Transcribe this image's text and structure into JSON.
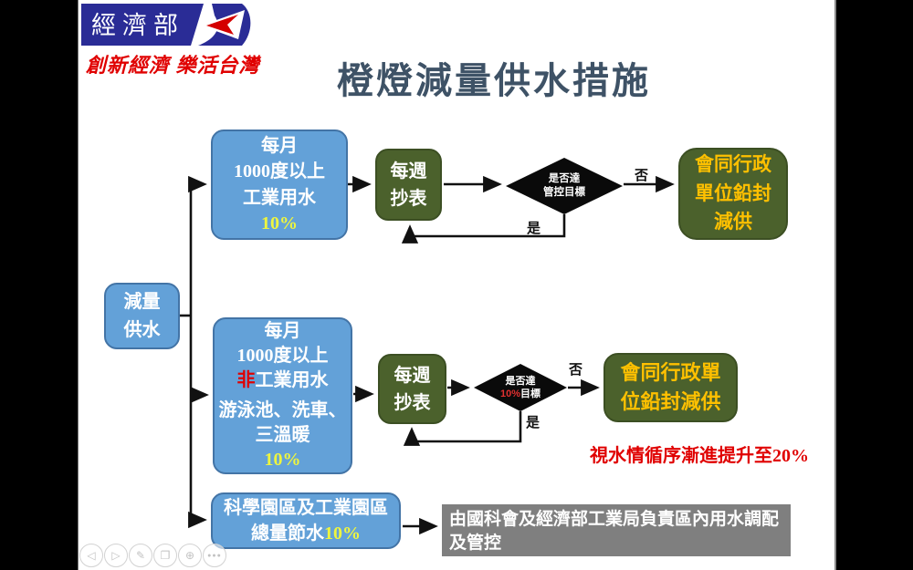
{
  "colors": {
    "accent_blue": "#63a1d8",
    "accent_green": "#4b612c",
    "gold": "#ffc000",
    "yellow": "#eef53f",
    "alert_red": "#e00000",
    "title": "#3e5266",
    "logo_navy": "#2a2c96",
    "gray_box": "#7f7f7f"
  },
  "logo": {
    "agency": "經濟部",
    "slogan": "創新經濟 樂活台灣"
  },
  "slide": {
    "title": "橙燈減量供水措施"
  },
  "flowchart": {
    "root": {
      "lines": [
        "減量",
        "供水"
      ]
    },
    "industrial": {
      "source": {
        "lines": [
          "每月",
          "1000度以上",
          "工業用水"
        ],
        "pct": "10%"
      },
      "meter": {
        "lines": [
          "每週",
          "抄表"
        ]
      },
      "decision": {
        "lines": [
          "是否達",
          "管控目標"
        ]
      },
      "no_label": "否",
      "yes_label": "是",
      "action": {
        "lines": [
          "會同行政",
          "單位鉛封",
          "減供"
        ]
      }
    },
    "nonindustrial": {
      "source": {
        "line1": "每月",
        "line2": "1000度以上",
        "line3_red": "非",
        "line3_rest": "工業用水",
        "line4": "游泳池、洗車、三溫暖",
        "pct": "10%"
      },
      "meter": {
        "lines": [
          "每週",
          "抄表"
        ]
      },
      "decision": {
        "line1": "是否達",
        "pct_red": "10%",
        "line2_rest": "目標"
      },
      "no_label": "否",
      "yes_label": "是",
      "action": {
        "lines": [
          "會同行政單",
          "位鉛封減供"
        ]
      },
      "note": "視水情循序漸進提升至20%"
    },
    "parks": {
      "source": {
        "text": "科學園區及工業園區總量節水",
        "pct": "10%"
      },
      "action": "由國科會及經濟部工業局負責區內用水調配及管控"
    }
  },
  "nav": {
    "controls": [
      {
        "name": "previous-slide",
        "glyph": "◁"
      },
      {
        "name": "next-slide",
        "glyph": "▷"
      },
      {
        "name": "pen",
        "glyph": "✎"
      },
      {
        "name": "see-all-slides",
        "glyph": "❐"
      },
      {
        "name": "zoom",
        "glyph": "⊕"
      },
      {
        "name": "more-options",
        "glyph": "●●●"
      }
    ]
  }
}
